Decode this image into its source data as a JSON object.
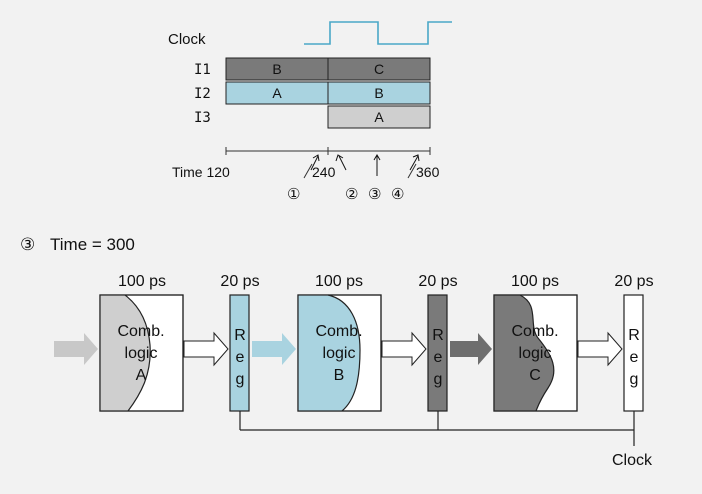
{
  "timing": {
    "clock_label": "Clock",
    "rows": [
      {
        "label": "I1",
        "segments": [
          "B",
          "C"
        ]
      },
      {
        "label": "I2",
        "segments": [
          "A",
          "B"
        ]
      },
      {
        "label": "I3",
        "segments": [
          "",
          "A"
        ]
      }
    ],
    "time_label": "Time 120",
    "t240": "240",
    "t360": "360",
    "markers": [
      "①",
      "②",
      "③",
      "④"
    ]
  },
  "caption": {
    "marker": "③",
    "text": "Time = 300"
  },
  "pipeline": {
    "stages": [
      {
        "delay": "100 ps",
        "text": [
          "Comb.",
          "logic",
          "A"
        ]
      },
      {
        "delay": "20 ps",
        "text": [
          "R",
          "e",
          "g"
        ]
      },
      {
        "delay": "100 ps",
        "text": [
          "Comb.",
          "logic",
          "B"
        ]
      },
      {
        "delay": "20 ps",
        "text": [
          "R",
          "e",
          "g"
        ]
      },
      {
        "delay": "100 ps",
        "text": [
          "Comb.",
          "logic",
          "C"
        ]
      },
      {
        "delay": "20 ps",
        "text": [
          "R",
          "e",
          "g"
        ]
      }
    ],
    "clock_label": "Clock"
  },
  "colors": {
    "blue": "#a9d3e0",
    "dark_gray": "#7a7a7a",
    "light_gray": "#cfcfcf",
    "mid_gray": "#bfbfbf",
    "clock_line": "#4aa8c8"
  }
}
